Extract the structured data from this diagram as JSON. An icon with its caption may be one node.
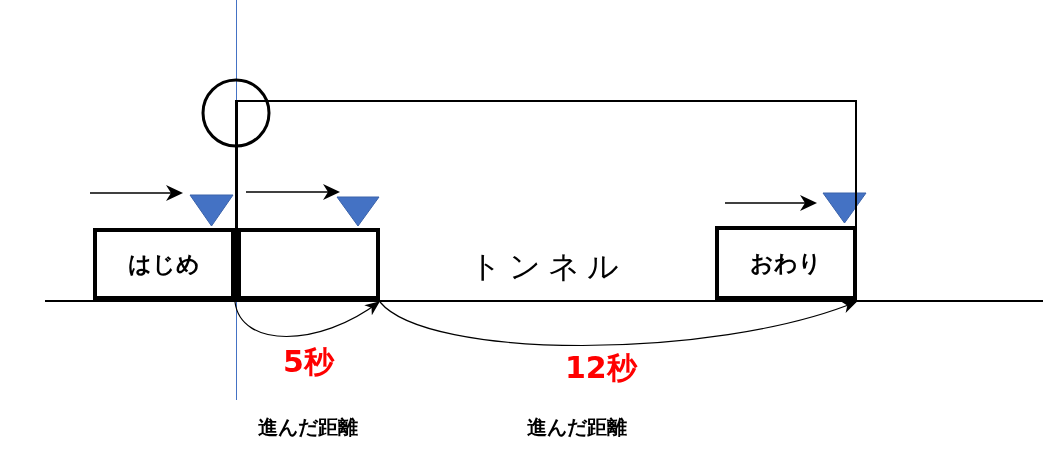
{
  "diagram": {
    "nodes": [
      {
        "text": [
          "はじめ"
        ]
      },
      {
        "text": [
          "トンネル"
        ]
      },
      {
        "text": [],
        "shape": "box",
        "in": 1
      },
      {
        "text": [
          "おわり"
        ],
        "in": 1
      }
    ],
    "edges": [
      {
        "from": 0,
        "to": 2,
        "arrow": "to",
        "label": "5秒"
      },
      {
        "from": 2,
        "to": 3,
        "arrow": "to",
        "label": "12秒"
      }
    ],
    "labels": [
      "進んだ距離",
      "進んだ距離"
    ]
  }
}
